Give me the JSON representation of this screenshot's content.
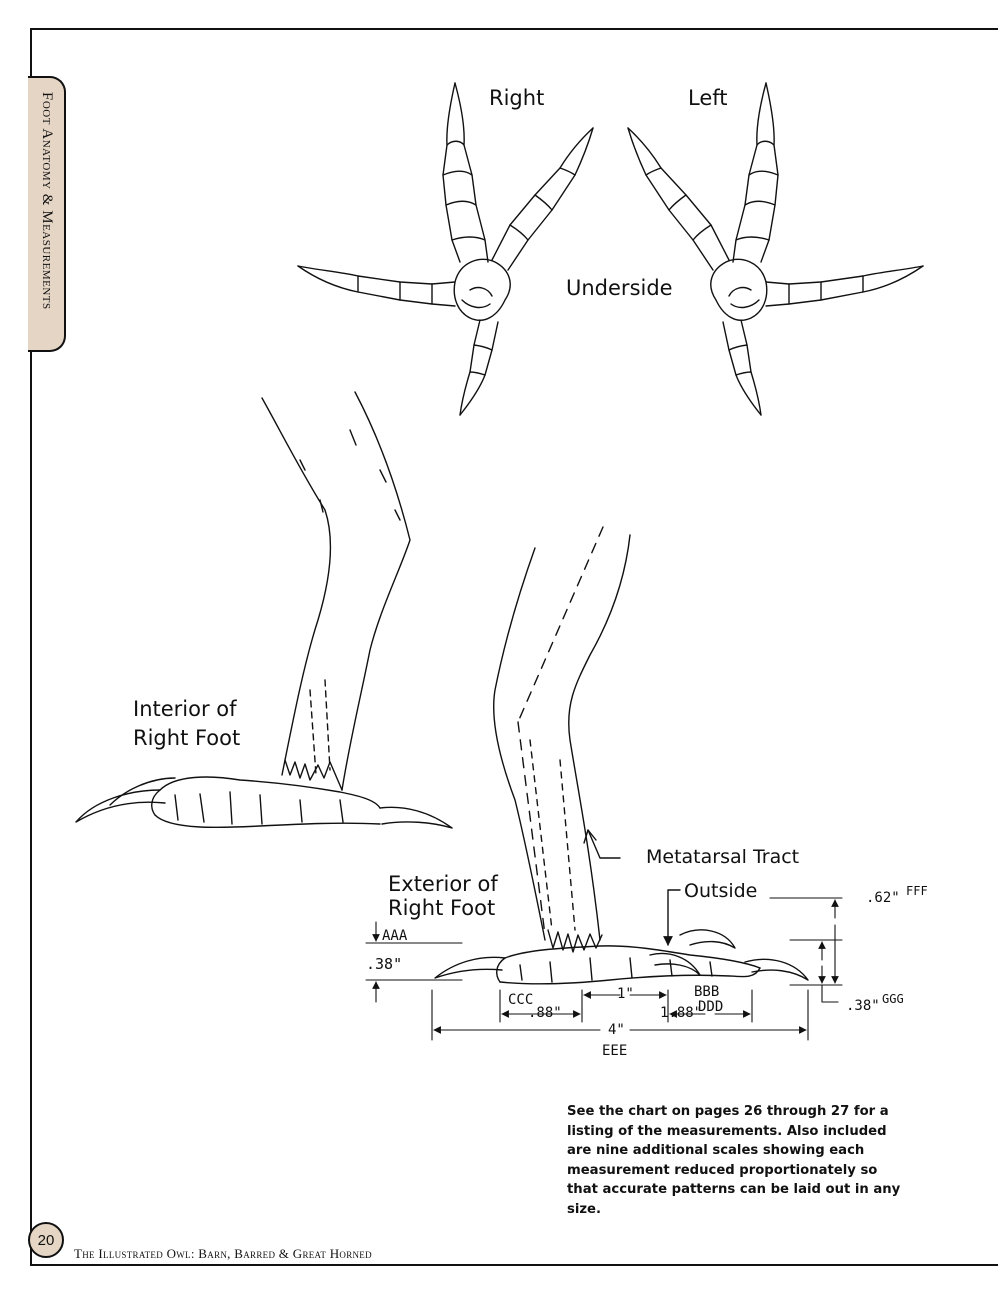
{
  "side_tab": {
    "title": "Foot Anatomy & Measurements"
  },
  "top_labels": {
    "right": "Right",
    "left": "Left",
    "underside": "Underside"
  },
  "interior_label": {
    "line1": "Interior of",
    "line2": "Right Foot"
  },
  "exterior_label": {
    "line1": "Exterior of",
    "line2": "Right Foot"
  },
  "callouts": {
    "metatarsal": "Metatarsal Tract",
    "outside": "Outside"
  },
  "measurements": {
    "aaa": "AAA",
    "aaa_value": ".38\"",
    "ccc": "CCC",
    "ccc_value": ".88\"",
    "one_inch": "1\"",
    "bbb": "BBB",
    "ddd": "DDD",
    "ddd_value": "1.88\"",
    "eee_value": "4\"",
    "eee": "EEE",
    "fff_value": ".62\"",
    "fff": "FFF",
    "ggg_value": ".38\"",
    "ggg": "GGG"
  },
  "caption": "See the chart on pages 26 through 27 for a listing of the measurements. Also included are nine additional scales showing each measurement reduced proportionately so that accurate patterns can be laid out in any size.",
  "footer": {
    "page_number": "20",
    "book_title": "The Illustrated Owl: Barn, Barred & Great Horned"
  }
}
